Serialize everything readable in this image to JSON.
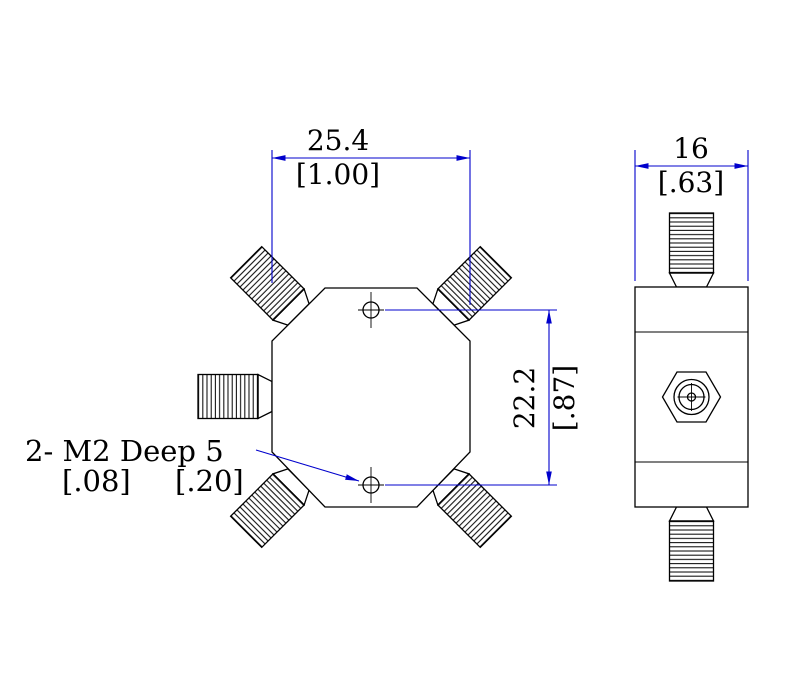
{
  "drawing": {
    "colors": {
      "dimension": "#0000cc",
      "outline": "#000000",
      "background": "#ffffff"
    },
    "front_view": {
      "width_dim_mm": "25.4",
      "width_dim_in": "[1.00]",
      "height_dim_mm": "22.2",
      "height_dim_in": "[.87]",
      "note_line": "2- M2 Deep 5",
      "note_dia_in": "[.08]",
      "note_depth_in": "[.20]"
    },
    "side_view": {
      "width_dim_mm": "16",
      "width_dim_in": "[.63]"
    }
  }
}
